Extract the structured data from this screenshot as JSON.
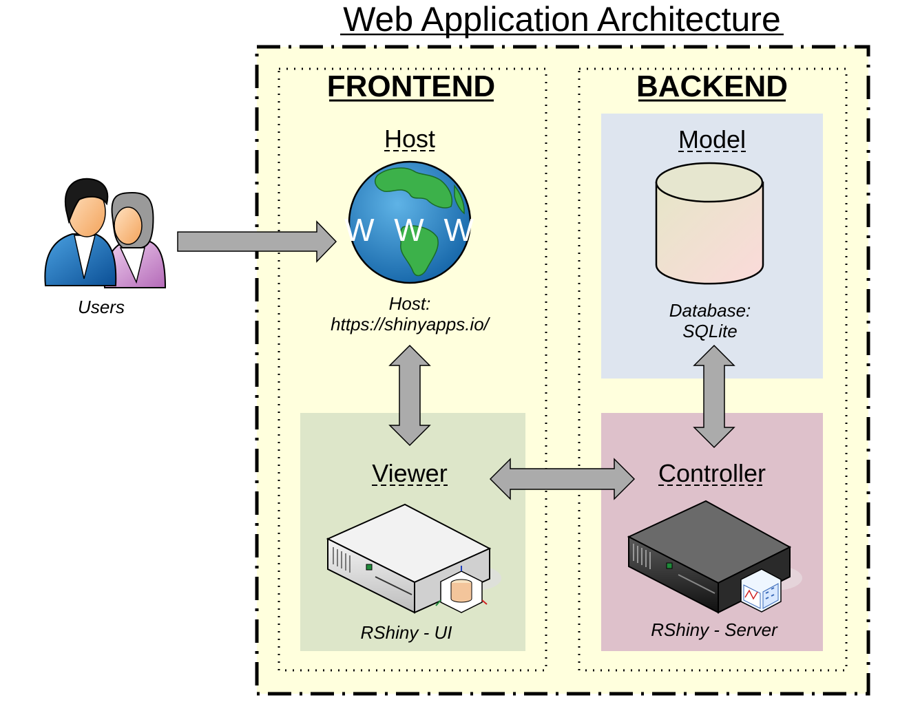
{
  "title": "Web Application Architecture",
  "users": {
    "label": "Users"
  },
  "frontend": {
    "label": "FRONTEND",
    "host": {
      "heading": "Host",
      "globe_text": "W W W",
      "caption_line1": "Host:",
      "caption_line2": "https://shinyapps.io/"
    },
    "viewer": {
      "heading": "Viewer",
      "caption": "RShiny - UI"
    }
  },
  "backend": {
    "label": "BACKEND",
    "model": {
      "heading": "Model",
      "caption_line1": "Database:",
      "caption_line2": "SQLite"
    },
    "controller": {
      "heading": "Controller",
      "caption": "RShiny - Server"
    }
  },
  "colors": {
    "system_bg": "#FFFFDD",
    "model_bg": "#DEE5EF",
    "viewer_bg": "#DDE6C9",
    "controller_bg": "#DEC1CB",
    "arrow_fill": "#ABABAB"
  }
}
